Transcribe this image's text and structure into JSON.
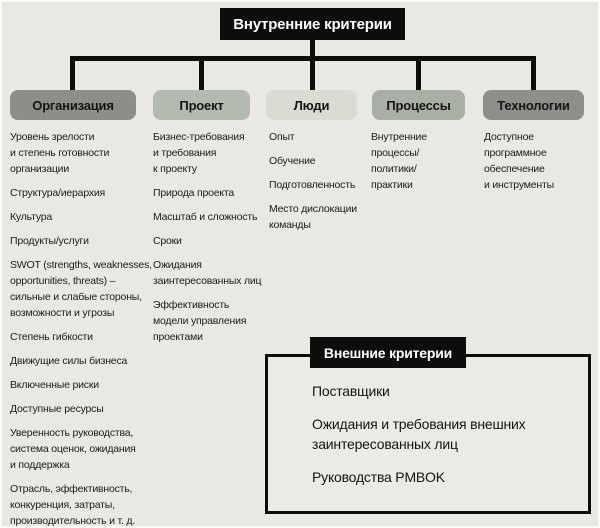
{
  "diagram": {
    "background": "#e9e8e3",
    "accent_black": "#0d0d0c",
    "text_color": "#1c1c1c"
  },
  "root": {
    "label": "Внутренние критерии"
  },
  "categories": [
    {
      "label": "Организация",
      "color": "#8c8e88",
      "items": [
        "Уровень зрелости\nи степень готовности\nорганизации",
        "Структура/иерархия",
        "Культура",
        "Продукты/услуги",
        "SWOT (strengths, weaknesses,\nopportunities, threats) –\nсильные и слабые стороны,\nвозможности и угрозы",
        "Степень гибкости",
        "Движущие силы бизнеса",
        "Включенные риски",
        "Доступные ресурсы",
        "Уверенность руководства,\nсистема оценок, ожидания\nи поддержка",
        "Отрасль, эффективность,\nконкуренция, затраты,\nпроизводительность и т. д."
      ]
    },
    {
      "label": "Проект",
      "color": "#b5bab0",
      "items": [
        "Бизнес-требования\nи требования\nк проекту",
        "Природа проекта",
        "Масштаб и сложность",
        "Сроки",
        "Ожидания\nзаинтересованных лиц",
        "Эффективность\nмодели управления\nпроектами"
      ]
    },
    {
      "label": "Люди",
      "color": "#d9dcd2",
      "items": [
        "Опыт",
        "Обучение",
        "Подготовленность",
        "Место дислокации\nкоманды"
      ]
    },
    {
      "label": "Процессы",
      "color": "#a9afa5",
      "items": [
        "Внутренние\nпроцессы/\nполитики/\nпрактики"
      ]
    },
    {
      "label": "Технологии",
      "color": "#8d908a",
      "items": [
        "Доступное\nпрограммное\nобеспечение\nи инструменты"
      ]
    }
  ],
  "external": {
    "title": "Внешние критерии",
    "items": [
      "Поставщики",
      "Ожидания и требования внешних\nзаинтересованных лиц",
      "Руководства PMBOK"
    ]
  }
}
